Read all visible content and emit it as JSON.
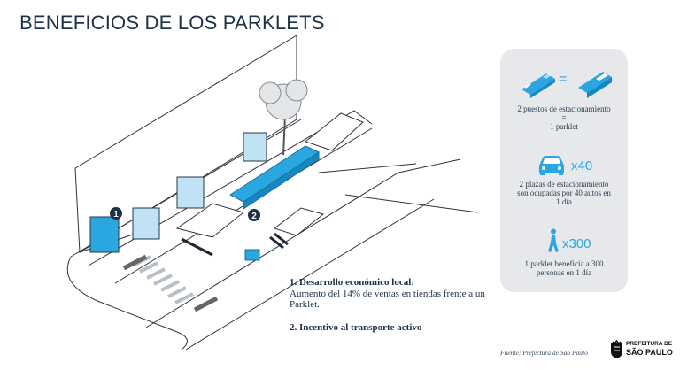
{
  "title": "BENEFICIOS DE LOS PARKLETS",
  "markers": [
    "1",
    "2"
  ],
  "benefits": [
    {
      "title": "1. Desarrollo económico local:",
      "description": "Aumento del 14% de ventas en tiendas frente a un Parklet."
    },
    {
      "title": "2. Incentivo al transporte activo",
      "description": ""
    }
  ],
  "panel": {
    "equals_sign": "=",
    "stats": [
      {
        "icon": "parking-to-parklet-icon",
        "lines": [
          "2 puestos de estacionamiento",
          "=",
          "1 parklet"
        ]
      },
      {
        "icon": "car-icon",
        "multiplier": "x40",
        "lines": [
          "2 plazas de estacionamiento",
          "son ocupadas por 40 autos en",
          "1 día"
        ]
      },
      {
        "icon": "pedestrian-icon",
        "multiplier": "x300",
        "lines": [
          "1 parklet beneficia a 300",
          "personas en 1 día"
        ]
      }
    ]
  },
  "source": "Fuente: Prefectura de Sao Paulo",
  "logo": {
    "line1": "PREFEITURA DE",
    "line2": "SÃO PAULO"
  },
  "colors": {
    "accent": "#2aa7e1",
    "dark": "#1f3147",
    "panel": "#e6e8eb"
  }
}
